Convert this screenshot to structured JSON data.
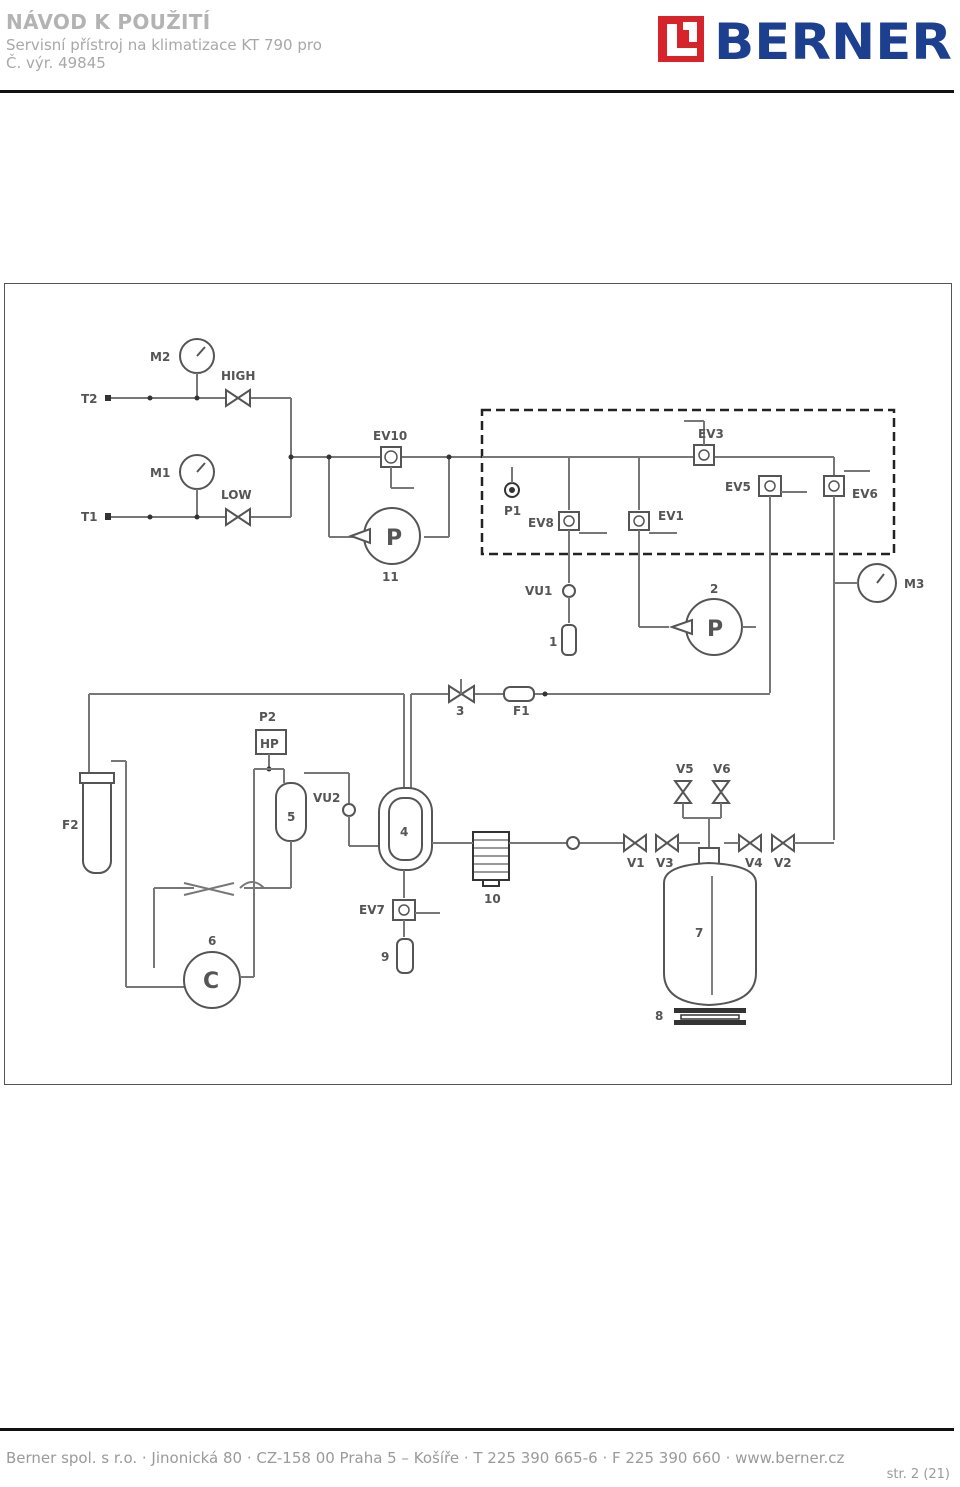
{
  "header": {
    "title": "NÁVOD K POUŽITÍ",
    "subtitle": "Servisní přístroj na klimatizace KT 790 pro",
    "article_number": "Č. výr. 49845",
    "logo_text": "BERNER",
    "logo_colors": {
      "red": "#d7232a",
      "blue": "#1c3f8f"
    }
  },
  "diagram": {
    "labels": {
      "M2": "M2",
      "M1": "M1",
      "M3": "M3",
      "T2": "T2",
      "T1": "T1",
      "HIGH": "HIGH",
      "LOW": "LOW",
      "EV10": "EV10",
      "EV3": "EV3",
      "EV5": "EV5",
      "EV6": "EV6",
      "EV8": "EV8",
      "EV1": "EV1",
      "EV7": "EV7",
      "P1": "P1",
      "P2": "P2",
      "HP": "HP",
      "VU1": "VU1",
      "VU2": "VU2",
      "F1": "F1",
      "F2": "F2",
      "V1": "V1",
      "V2": "V2",
      "V3": "V3",
      "V4": "V4",
      "V5": "V5",
      "V6": "V6",
      "n1": "1",
      "n2": "2",
      "n3": "3",
      "n4": "4",
      "n5": "5",
      "n6": "6",
      "n7": "7",
      "n8": "8",
      "n9": "9",
      "n10": "10",
      "n11": "11",
      "pump": "P",
      "compressor": "C"
    }
  },
  "footer": {
    "company_line": "Berner spol. s r.o. · Jinonická 80 · CZ-158 00 Praha 5 – Košíře · T 225 390  665-6 · F 225 390 660 · www.berner.cz",
    "page": "str. 2 (21)"
  }
}
